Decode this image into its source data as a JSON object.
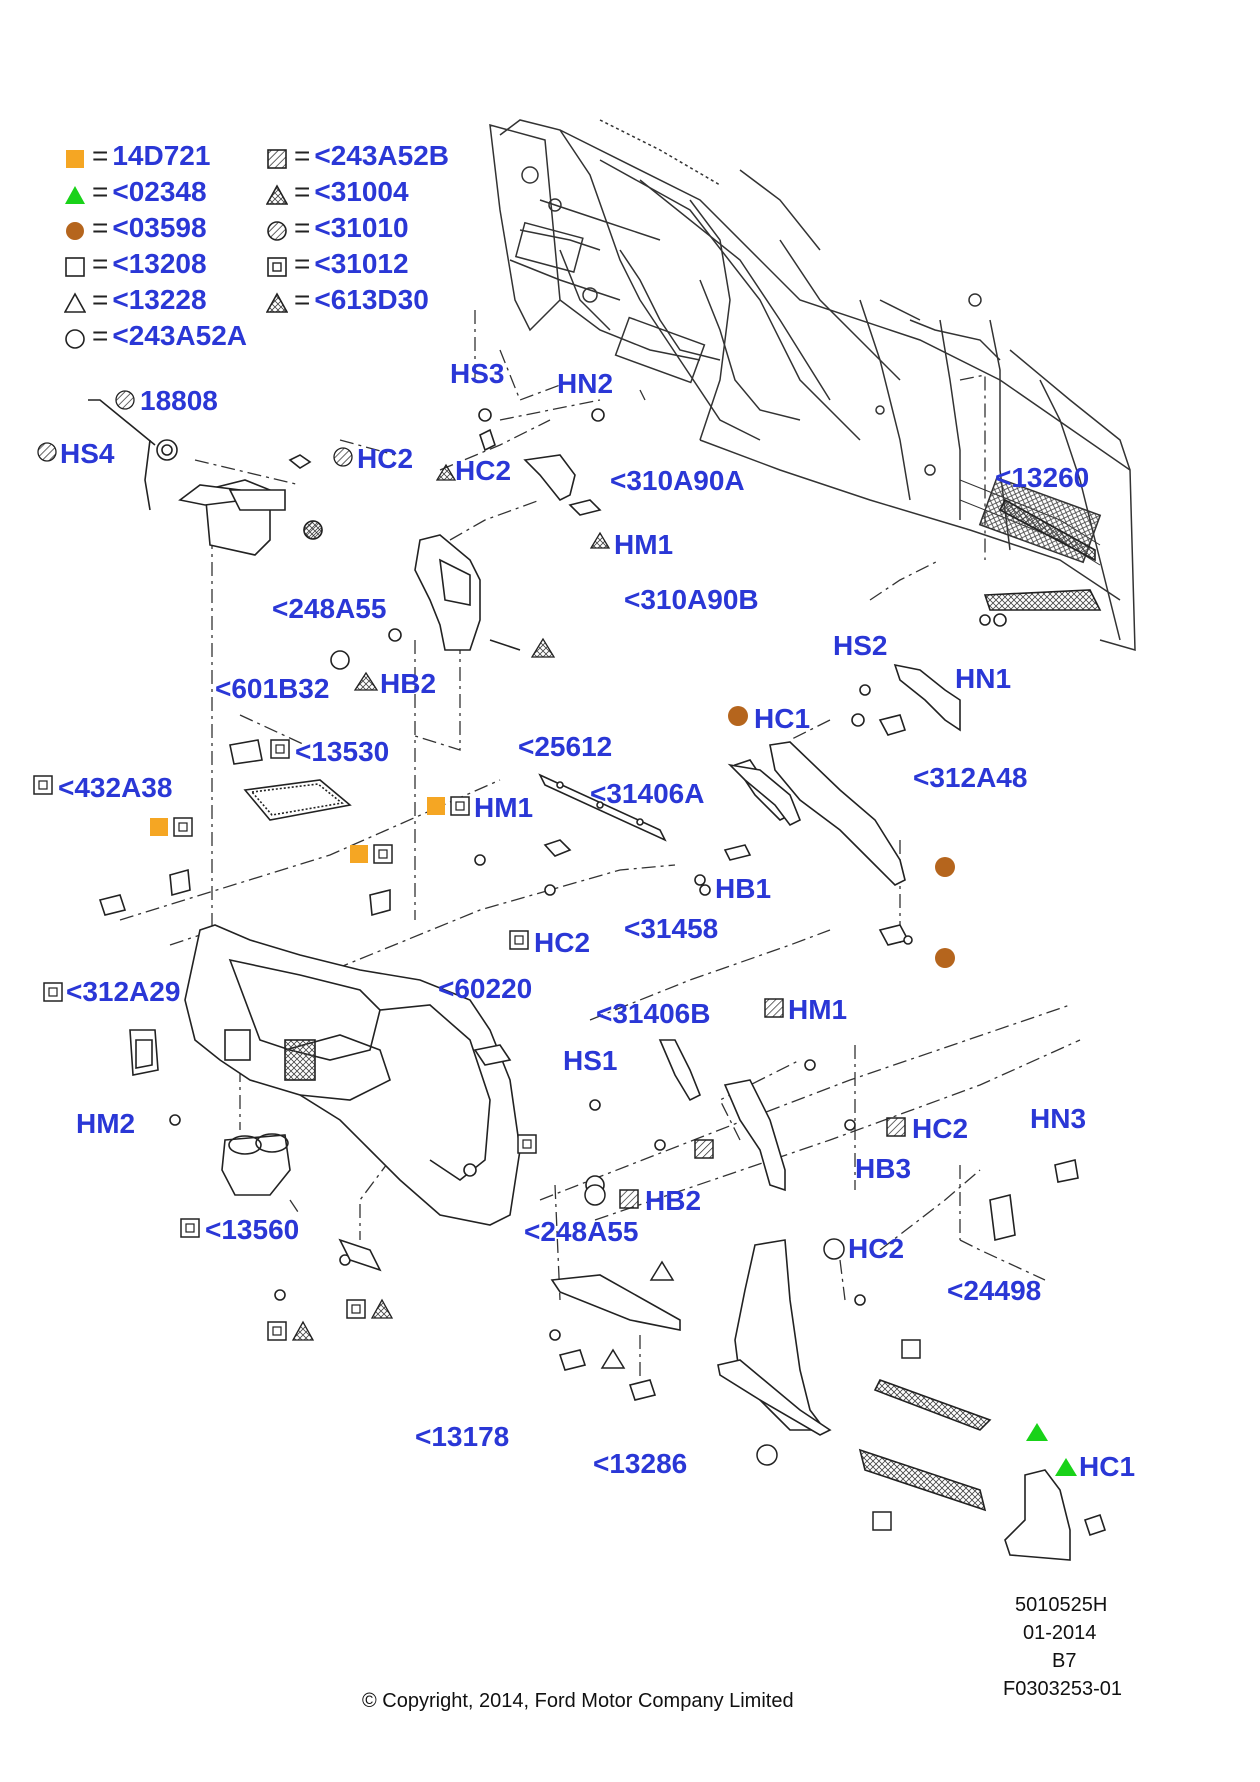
{
  "legend": [
    {
      "symbol": "orange-square",
      "code": "14D721"
    },
    {
      "symbol": "green-triangle",
      "code": "<02348"
    },
    {
      "symbol": "brown-circle",
      "code": "<03598"
    },
    {
      "symbol": "open-square",
      "code": "<13208"
    },
    {
      "symbol": "open-triangle",
      "code": "<13228"
    },
    {
      "symbol": "open-circle",
      "code": "<243A52A"
    },
    {
      "symbol": "hatched-square",
      "code": "<243A52B"
    },
    {
      "symbol": "dotted-triangle",
      "code": "<31004"
    },
    {
      "symbol": "hatched-circle",
      "code": "<31010"
    },
    {
      "symbol": "boxed-square",
      "code": "<31012"
    },
    {
      "symbol": "cross-triangle",
      "code": "<613D30"
    }
  ],
  "colors": {
    "label": "#2a37d6",
    "orange": "#f5a623",
    "green": "#19d219",
    "brown": "#b5651d",
    "line": "#333333"
  },
  "labels": {
    "l18808": "18808",
    "hs4": "HS4",
    "hc2_a": "HC2",
    "hs3": "HS3",
    "hn2": "HN2",
    "hc2_b": "HC2",
    "p310a90a": "<310A90A",
    "p13260": "<13260",
    "hm1_a": "HM1",
    "p310a90b": "<310A90B",
    "p248a55_a": "<248A55",
    "hb2_a": "HB2",
    "p601b32": "<601B32",
    "hs2": "HS2",
    "hn1": "HN1",
    "hc1_a": "HC1",
    "p13530": "<13530",
    "p25612": "<25612",
    "p312a48": "<312A48",
    "p432a38": "<432A38",
    "p31406a": "<31406A",
    "hm1_b": "HM1",
    "hb1": "HB1",
    "hc2_c": "HC2",
    "p31458": "<31458",
    "p60220": "<60220",
    "p312a29": "<312A29",
    "p31406b": "<31406B",
    "hm1_c": "HM1",
    "hs1": "HS1",
    "hm2": "HM2",
    "hn3": "HN3",
    "hc2_d": "HC2",
    "hb3": "HB3",
    "hb2_b": "HB2",
    "p13560": "<13560",
    "p248a55_b": "<248A55",
    "hc2_e": "HC2",
    "p24498": "<24498",
    "p13178": "<13178",
    "p13286": "<13286",
    "hc1_b": "HC1"
  },
  "footer": {
    "ref1": "5010525H",
    "ref2": "01-2014",
    "ref3": "B7",
    "ref4": "F0303253-01",
    "copyright": "© Copyright, 2014, Ford Motor Company Limited"
  }
}
